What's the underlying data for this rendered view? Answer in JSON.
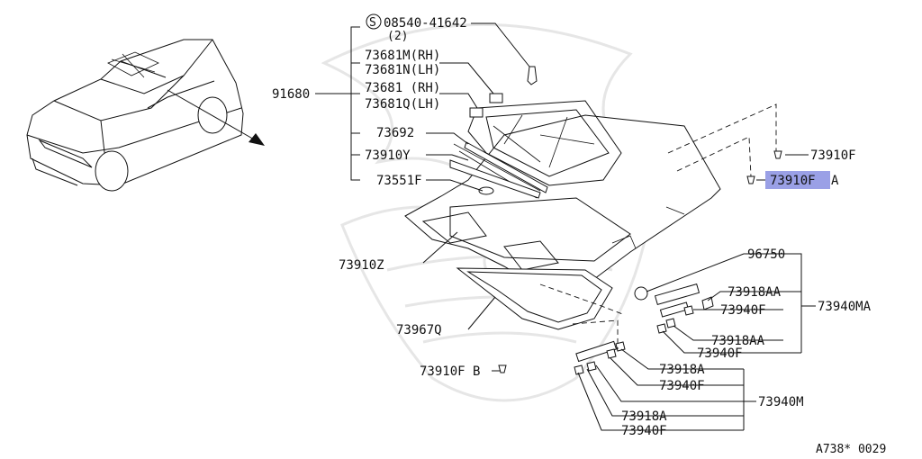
{
  "diagram": {
    "labels": {
      "s_part": "08540-41642",
      "s_mark": "S",
      "s_qty": "(2)",
      "p73681m": "73681M(RH)",
      "p73681n": "73681N(LH)",
      "p91680": "91680",
      "p73681": "73681 (RH)",
      "p73681q": "73681Q(LH)",
      "p73692": "73692",
      "p73910y": "73910Y",
      "p73551f": "73551F",
      "p73910f": "73910F",
      "p73910fa": "73910F",
      "p73910fa_suffix": "A",
      "p73910z": "73910Z",
      "p96750": "96750",
      "p73918aa_1": "73918AA",
      "p73940f_1": "73940F",
      "p73940ma": "73940MA",
      "p73918aa_2": "73918AA",
      "p73940f_2": "73940F",
      "p73967q": "73967Q",
      "p73910fb": "73910F B",
      "p73918a_1": "73918A",
      "p73940f_3": "73940F",
      "p73940m": "73940M",
      "p73918a_2": "73918A",
      "p73940f_4": "73940F",
      "ref_code": "A738* 0029"
    },
    "highlight_color": "#9aa0e6"
  }
}
